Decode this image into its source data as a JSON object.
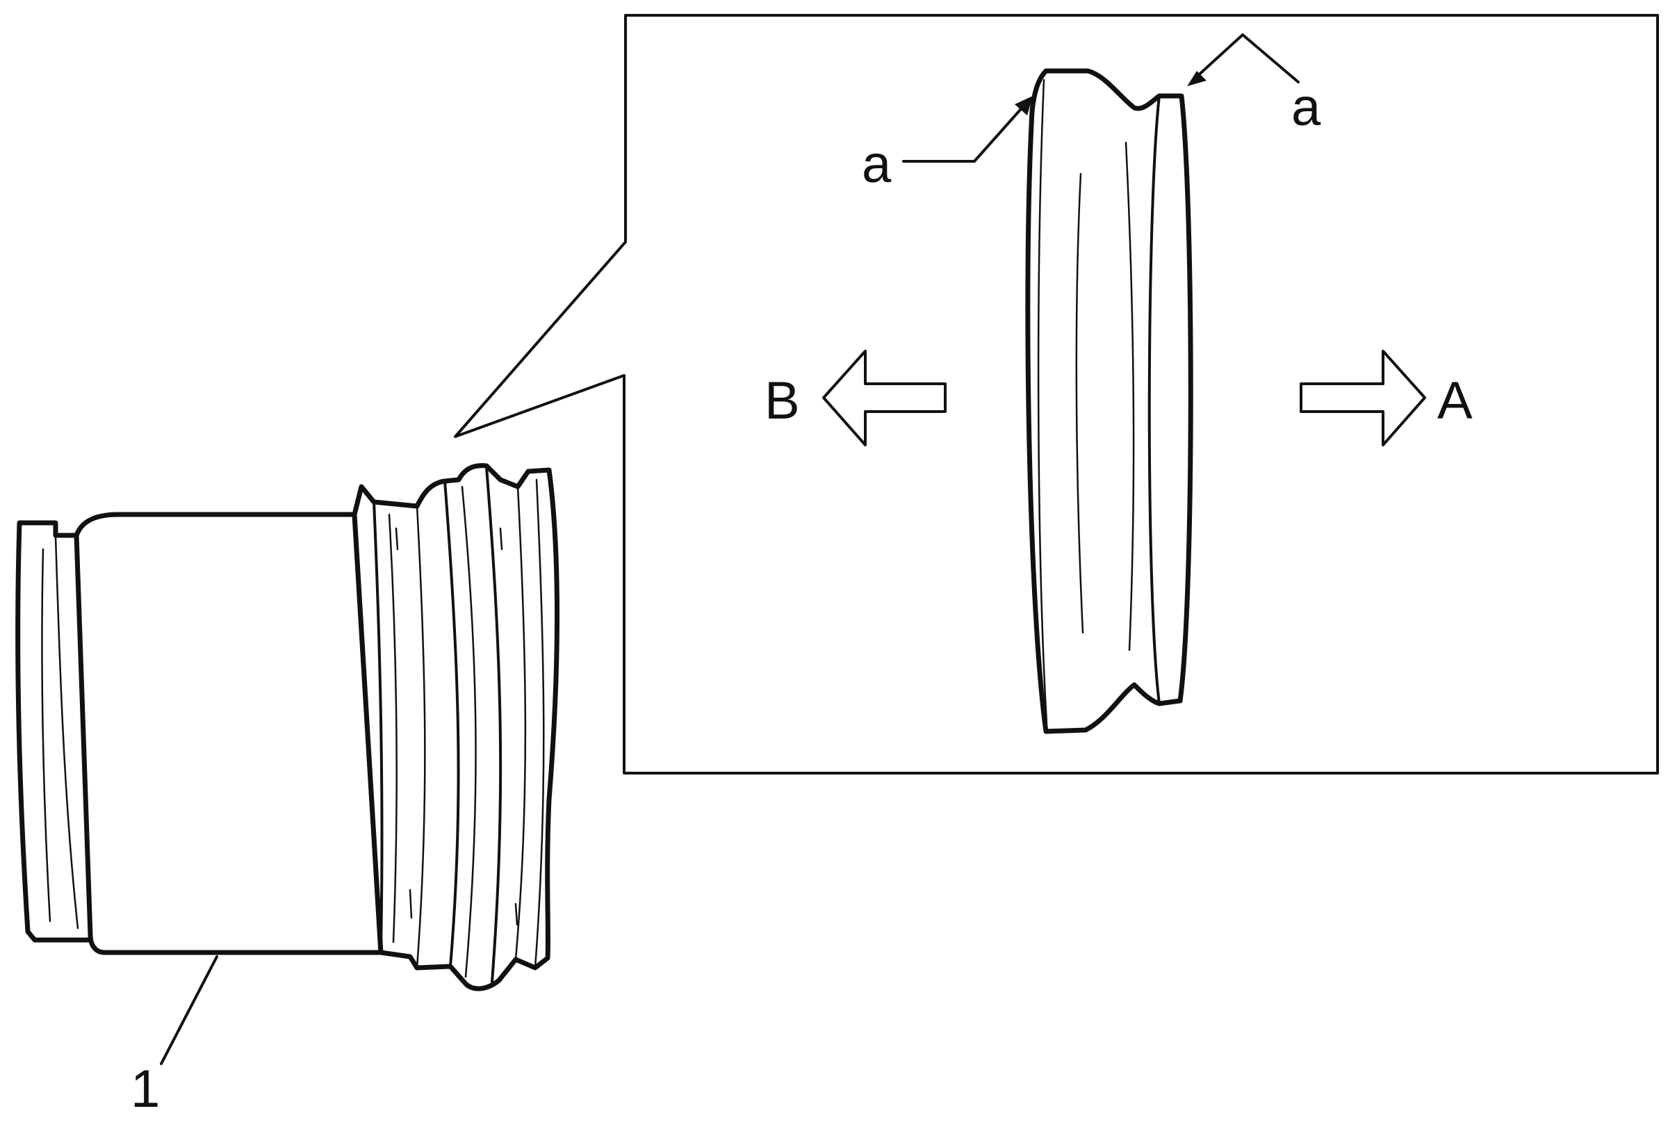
{
  "labels": {
    "part_number": "1",
    "edge_top_left": "a",
    "edge_top_right": "a",
    "direction_left": "B",
    "direction_right": "A"
  },
  "colors": {
    "line": "#111111",
    "background": "#ffffff"
  }
}
